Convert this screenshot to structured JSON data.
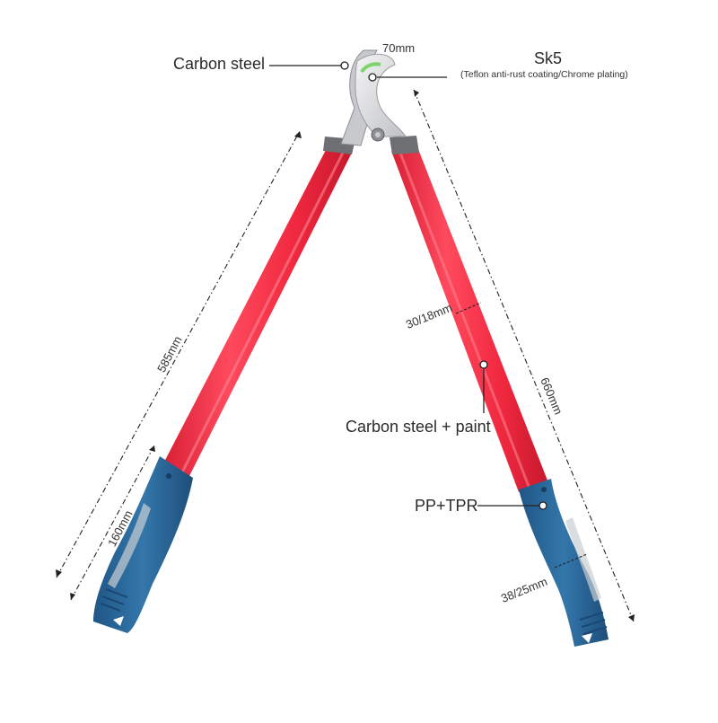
{
  "labels": {
    "jaw_material": "Carbon steel",
    "blade_size": "70mm",
    "blade_material": "Sk5",
    "blade_coating": "(Teflon anti-rust coating/Chrome plating)",
    "handle_material": "Carbon steel + paint",
    "grip_material": "PP+TPR",
    "handle_diameter": "30/18mm",
    "grip_diameter": "38/25mm",
    "left_handle_length": "585mm",
    "grip_length": "160mm",
    "right_handle_length": "660mm"
  },
  "colors": {
    "handle_red": "#f2324a",
    "grip_blue": "#2d6a9c",
    "ferrule_grey": "#6e6f73",
    "blade_silver": "#d9dadc"
  }
}
